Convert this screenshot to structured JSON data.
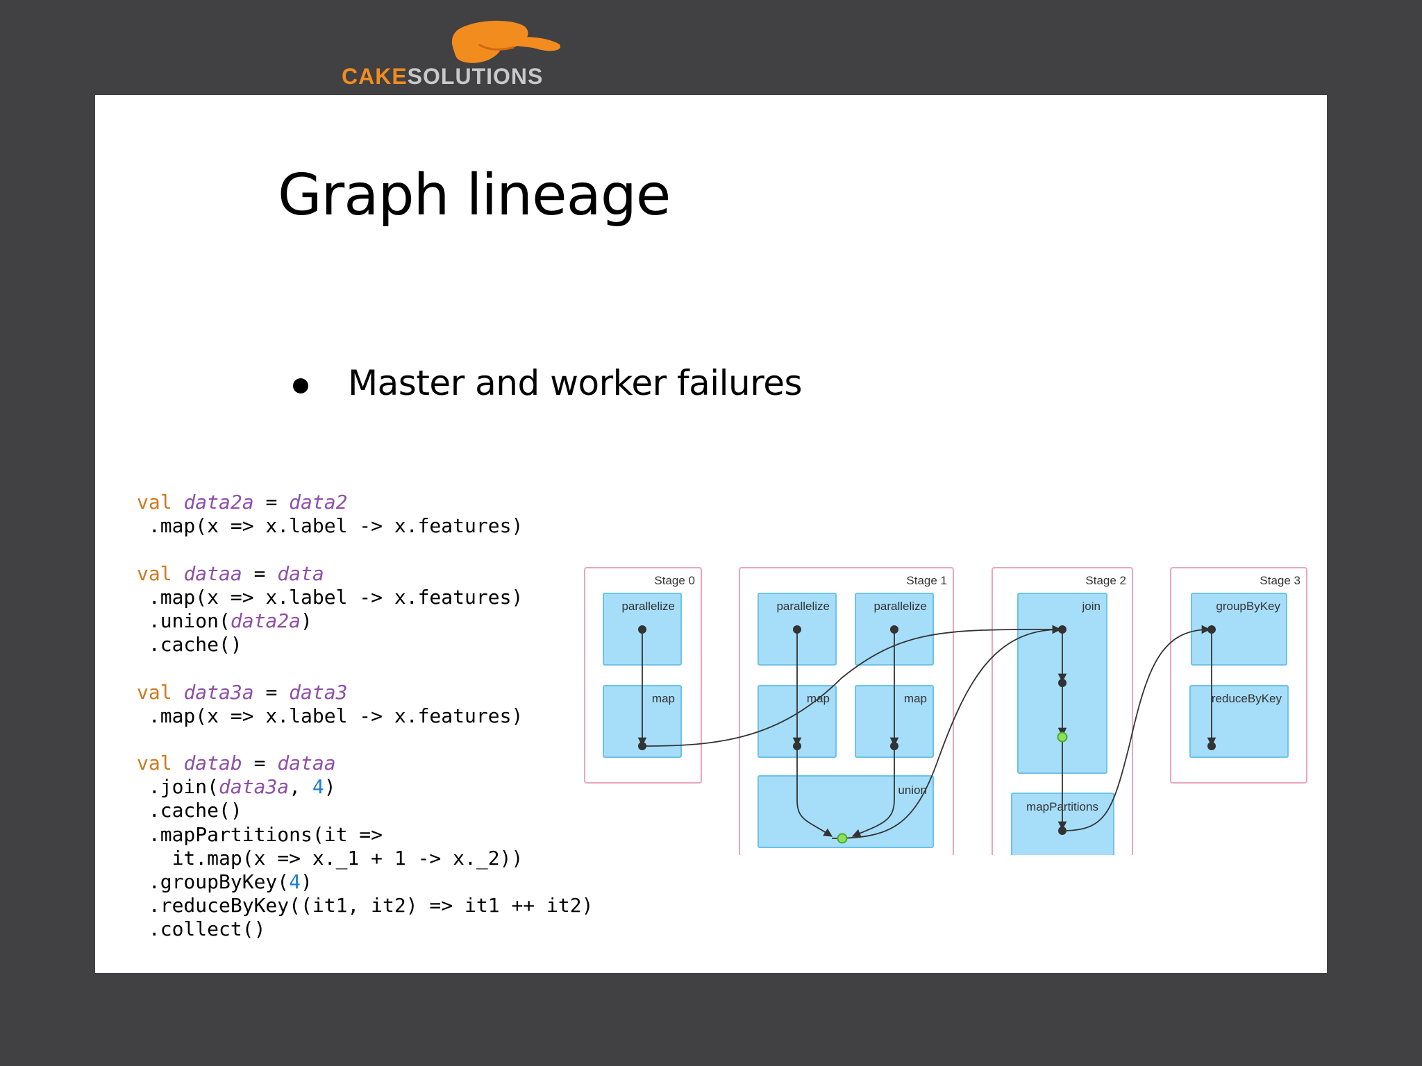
{
  "header": {
    "logo_name": "cake-solutions-logo",
    "brand_part1": "CAKE",
    "brand_part2": "SOLUTIONS",
    "brand_color": "#f28c1f",
    "brand_gray": "#c9c9c9"
  },
  "slide": {
    "title": "Graph lineage",
    "bullets": [
      "Master and worker failures"
    ]
  },
  "code": {
    "lines": [
      [
        [
          "kw",
          "val "
        ],
        [
          "vr",
          "data2a"
        ],
        [
          "",
          " = "
        ],
        [
          "vr",
          "data2"
        ]
      ],
      [
        [
          "",
          " .map(x => x.label -> x.features)"
        ]
      ],
      [],
      [
        [
          "kw",
          "val "
        ],
        [
          "vr",
          "dataa"
        ],
        [
          "",
          " = "
        ],
        [
          "vr",
          "data"
        ]
      ],
      [
        [
          "",
          " .map(x => x.label -> x.features)"
        ]
      ],
      [
        [
          "",
          " .union("
        ],
        [
          "vr",
          "data2a"
        ],
        [
          "",
          ")"
        ]
      ],
      [
        [
          "",
          " .cache()"
        ]
      ],
      [],
      [
        [
          "kw",
          "val "
        ],
        [
          "vr",
          "data3a"
        ],
        [
          "",
          " = "
        ],
        [
          "vr",
          "data3"
        ]
      ],
      [
        [
          "",
          " .map(x => x.label -> x.features)"
        ]
      ],
      [],
      [
        [
          "kw",
          "val "
        ],
        [
          "vr",
          "datab"
        ],
        [
          "",
          " = "
        ],
        [
          "vr",
          "dataa"
        ]
      ],
      [
        [
          "",
          " .join("
        ],
        [
          "vr",
          "data3a"
        ],
        [
          "",
          ", "
        ],
        [
          "nm",
          "4"
        ],
        [
          "",
          ")"
        ]
      ],
      [
        [
          "",
          " .cache()"
        ]
      ],
      [
        [
          "",
          " .mapPartitions(it =>"
        ]
      ],
      [
        [
          "",
          "   it.map(x => x._1 + 1 -> x._2))"
        ]
      ],
      [
        [
          "",
          " .groupByKey("
        ],
        [
          "nm",
          "4"
        ],
        [
          "",
          ")"
        ]
      ],
      [
        [
          "",
          " .reduceByKey((it1, it2) => it1 ++ it2)"
        ]
      ],
      [
        [
          "",
          " .collect()"
        ]
      ]
    ],
    "colors": {
      "keyword": "#cc7a1f",
      "variable": "#8e4fa8",
      "number": "#1e7fcf"
    }
  },
  "dag": {
    "stage_border_color": "#e8a7bb",
    "op_fill": "#a6ddf9",
    "op_border": "#6cc3e8",
    "cached_dot_color": "#8ee05a",
    "stages": [
      {
        "label": "Stage 0",
        "ops": [
          "parallelize",
          "map"
        ]
      },
      {
        "label": "Stage 1",
        "ops": [
          "parallelize",
          "parallelize",
          "map",
          "map",
          "union"
        ]
      },
      {
        "label": "Stage 2",
        "ops": [
          "join",
          "mapPartitions"
        ]
      },
      {
        "label": "Stage 3",
        "ops": [
          "groupByKey",
          "reduceByKey"
        ]
      }
    ]
  }
}
